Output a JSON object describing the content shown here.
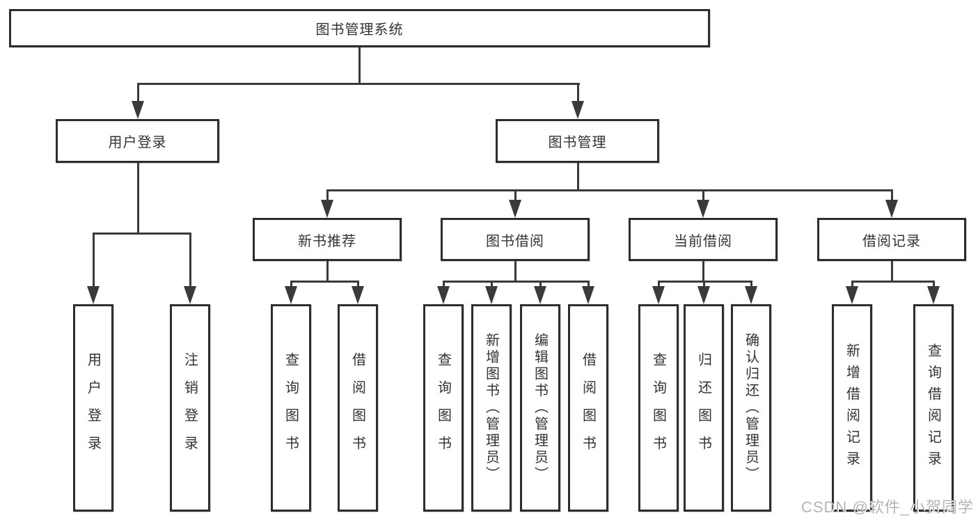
{
  "tree": {
    "label": "图书管理系统",
    "children": [
      {
        "label": "用户登录",
        "children": [
          {
            "label": "用户登录"
          },
          {
            "label": "注销登录"
          }
        ]
      },
      {
        "label": "图书管理",
        "children": [
          {
            "label": "新书推荐",
            "children": [
              {
                "label": "查询图书"
              },
              {
                "label": "借阅图书"
              }
            ]
          },
          {
            "label": "图书借阅",
            "children": [
              {
                "label": "查询图书"
              },
              {
                "label": "新增图书（管理员）"
              },
              {
                "label": "编辑图书（管理员）"
              },
              {
                "label": "借阅图书"
              }
            ]
          },
          {
            "label": "当前借阅",
            "children": [
              {
                "label": "查询图书"
              },
              {
                "label": "归还图书"
              },
              {
                "label": "确认归还（管理员）"
              }
            ]
          },
          {
            "label": "借阅记录",
            "children": [
              {
                "label": "新增借阅记录"
              },
              {
                "label": "查询借阅记录"
              }
            ]
          }
        ]
      }
    ]
  },
  "watermark": {
    "text": "CSDN @软件_小贺同学"
  },
  "colors": {
    "background": "#ffffff",
    "line": "#3a3a3a",
    "box_border": "#2d2d2d",
    "text": "#333333",
    "watermark": "#b5b5b5"
  }
}
